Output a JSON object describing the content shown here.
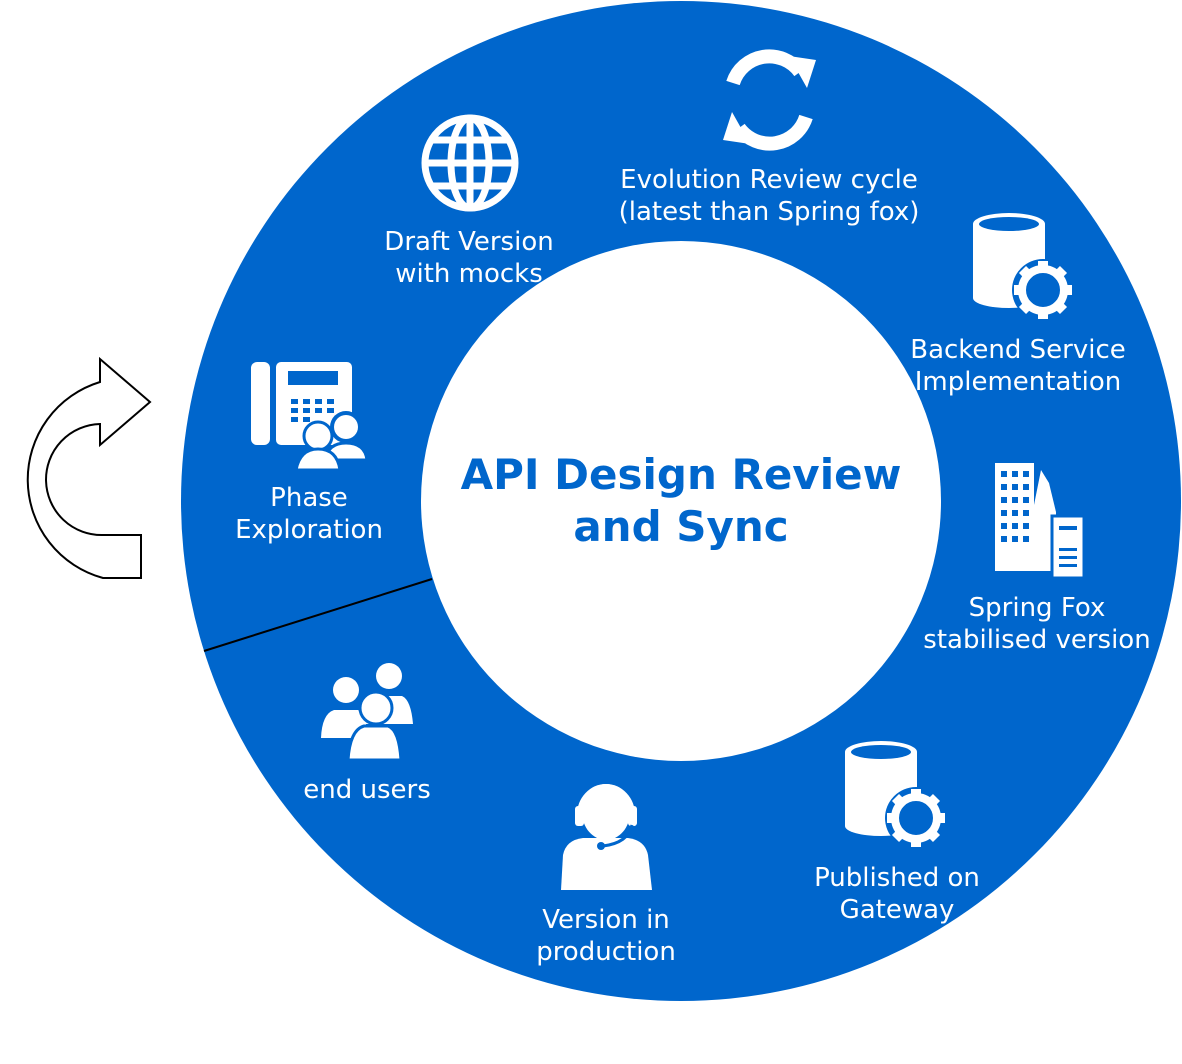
{
  "title": {
    "line1": "API Design Review",
    "line2": "and Sync"
  },
  "colors": {
    "ring": "#0066cc",
    "center": "#ffffff",
    "text_on_ring": "#ffffff",
    "title": "#0066cc"
  },
  "steps": [
    {
      "key": "draft",
      "icon": "globe-icon",
      "lines": [
        "Draft Version",
        "with mocks"
      ]
    },
    {
      "key": "evolution",
      "icon": "refresh-cycle-icon",
      "lines": [
        "Evolution Review cycle",
        "(latest than Spring fox)"
      ]
    },
    {
      "key": "backend",
      "icon": "database-gear-icon",
      "lines": [
        "Backend Service",
        "Implementation"
      ]
    },
    {
      "key": "springfox",
      "icon": "buildings-icon",
      "lines": [
        "Spring Fox",
        "stabilised version"
      ]
    },
    {
      "key": "gateway",
      "icon": "database-gear-icon",
      "lines": [
        "Published on",
        "Gateway"
      ]
    },
    {
      "key": "production",
      "icon": "headset-user-icon",
      "lines": [
        "Version in",
        "production"
      ]
    },
    {
      "key": "endusers",
      "icon": "user-group-icon",
      "lines": [
        "end users"
      ]
    },
    {
      "key": "exploration",
      "icon": "phone-conference-icon",
      "lines": [
        "Phase",
        "Exploration"
      ]
    }
  ]
}
